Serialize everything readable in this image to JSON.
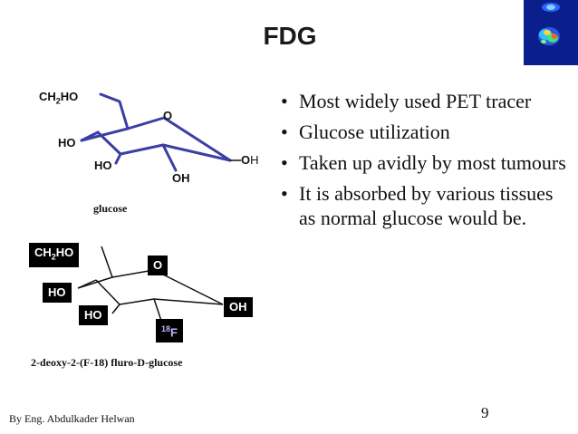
{
  "slide": {
    "title": "FDG",
    "bullets": [
      "Most widely used PET tracer",
      "Glucose utilization",
      "Taken up avidly by most tumours",
      "It is absorbed by various tissues as normal glucose would be."
    ],
    "footer": "By Eng. Abdulkader Helwan",
    "page_number": "9"
  },
  "glucose": {
    "caption": "glucose",
    "ch2ho_main": "CH",
    "ch2ho_sub": "2",
    "ch2ho_tail": "HO",
    "ring_o": "O",
    "ho_left": "HO",
    "ho_bottom": "HO",
    "oh_bottom": "OH",
    "oh_right_o": "O",
    "oh_right_h": "H",
    "bond_color": "#3b3fa3"
  },
  "fdg": {
    "caption": "2-deoxy-2-(F-18) fluro-D-glucose",
    "ch2ho_main": "CH",
    "ch2ho_sub": "2",
    "ch2ho_tail": "HO",
    "ring_o": "O",
    "ho_left": "HO",
    "ho_bottom": "HO",
    "oh_right": "OH",
    "f_sup": "18",
    "f_symbol": "F",
    "f_color": "#b9b5ff"
  },
  "pet_image": {
    "icon": "pet-scan-thumbnail-icon",
    "background_color": "#0b1f8c"
  }
}
